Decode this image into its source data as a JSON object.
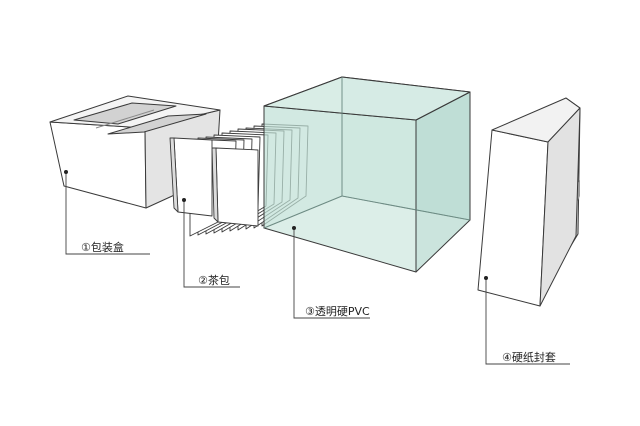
{
  "labels": {
    "box": "①包装盒",
    "tea": "②茶包",
    "pvc": "③透明硬PVC",
    "sleeve": "④硬纸封套"
  },
  "colors": {
    "edge": "#3a3a3a",
    "light_face": "#ffffff",
    "shade_face": "#e6e6e6",
    "dark_face": "#cfcfcf",
    "pvc_fill": "#bfe0d6",
    "leader": "#444444"
  }
}
